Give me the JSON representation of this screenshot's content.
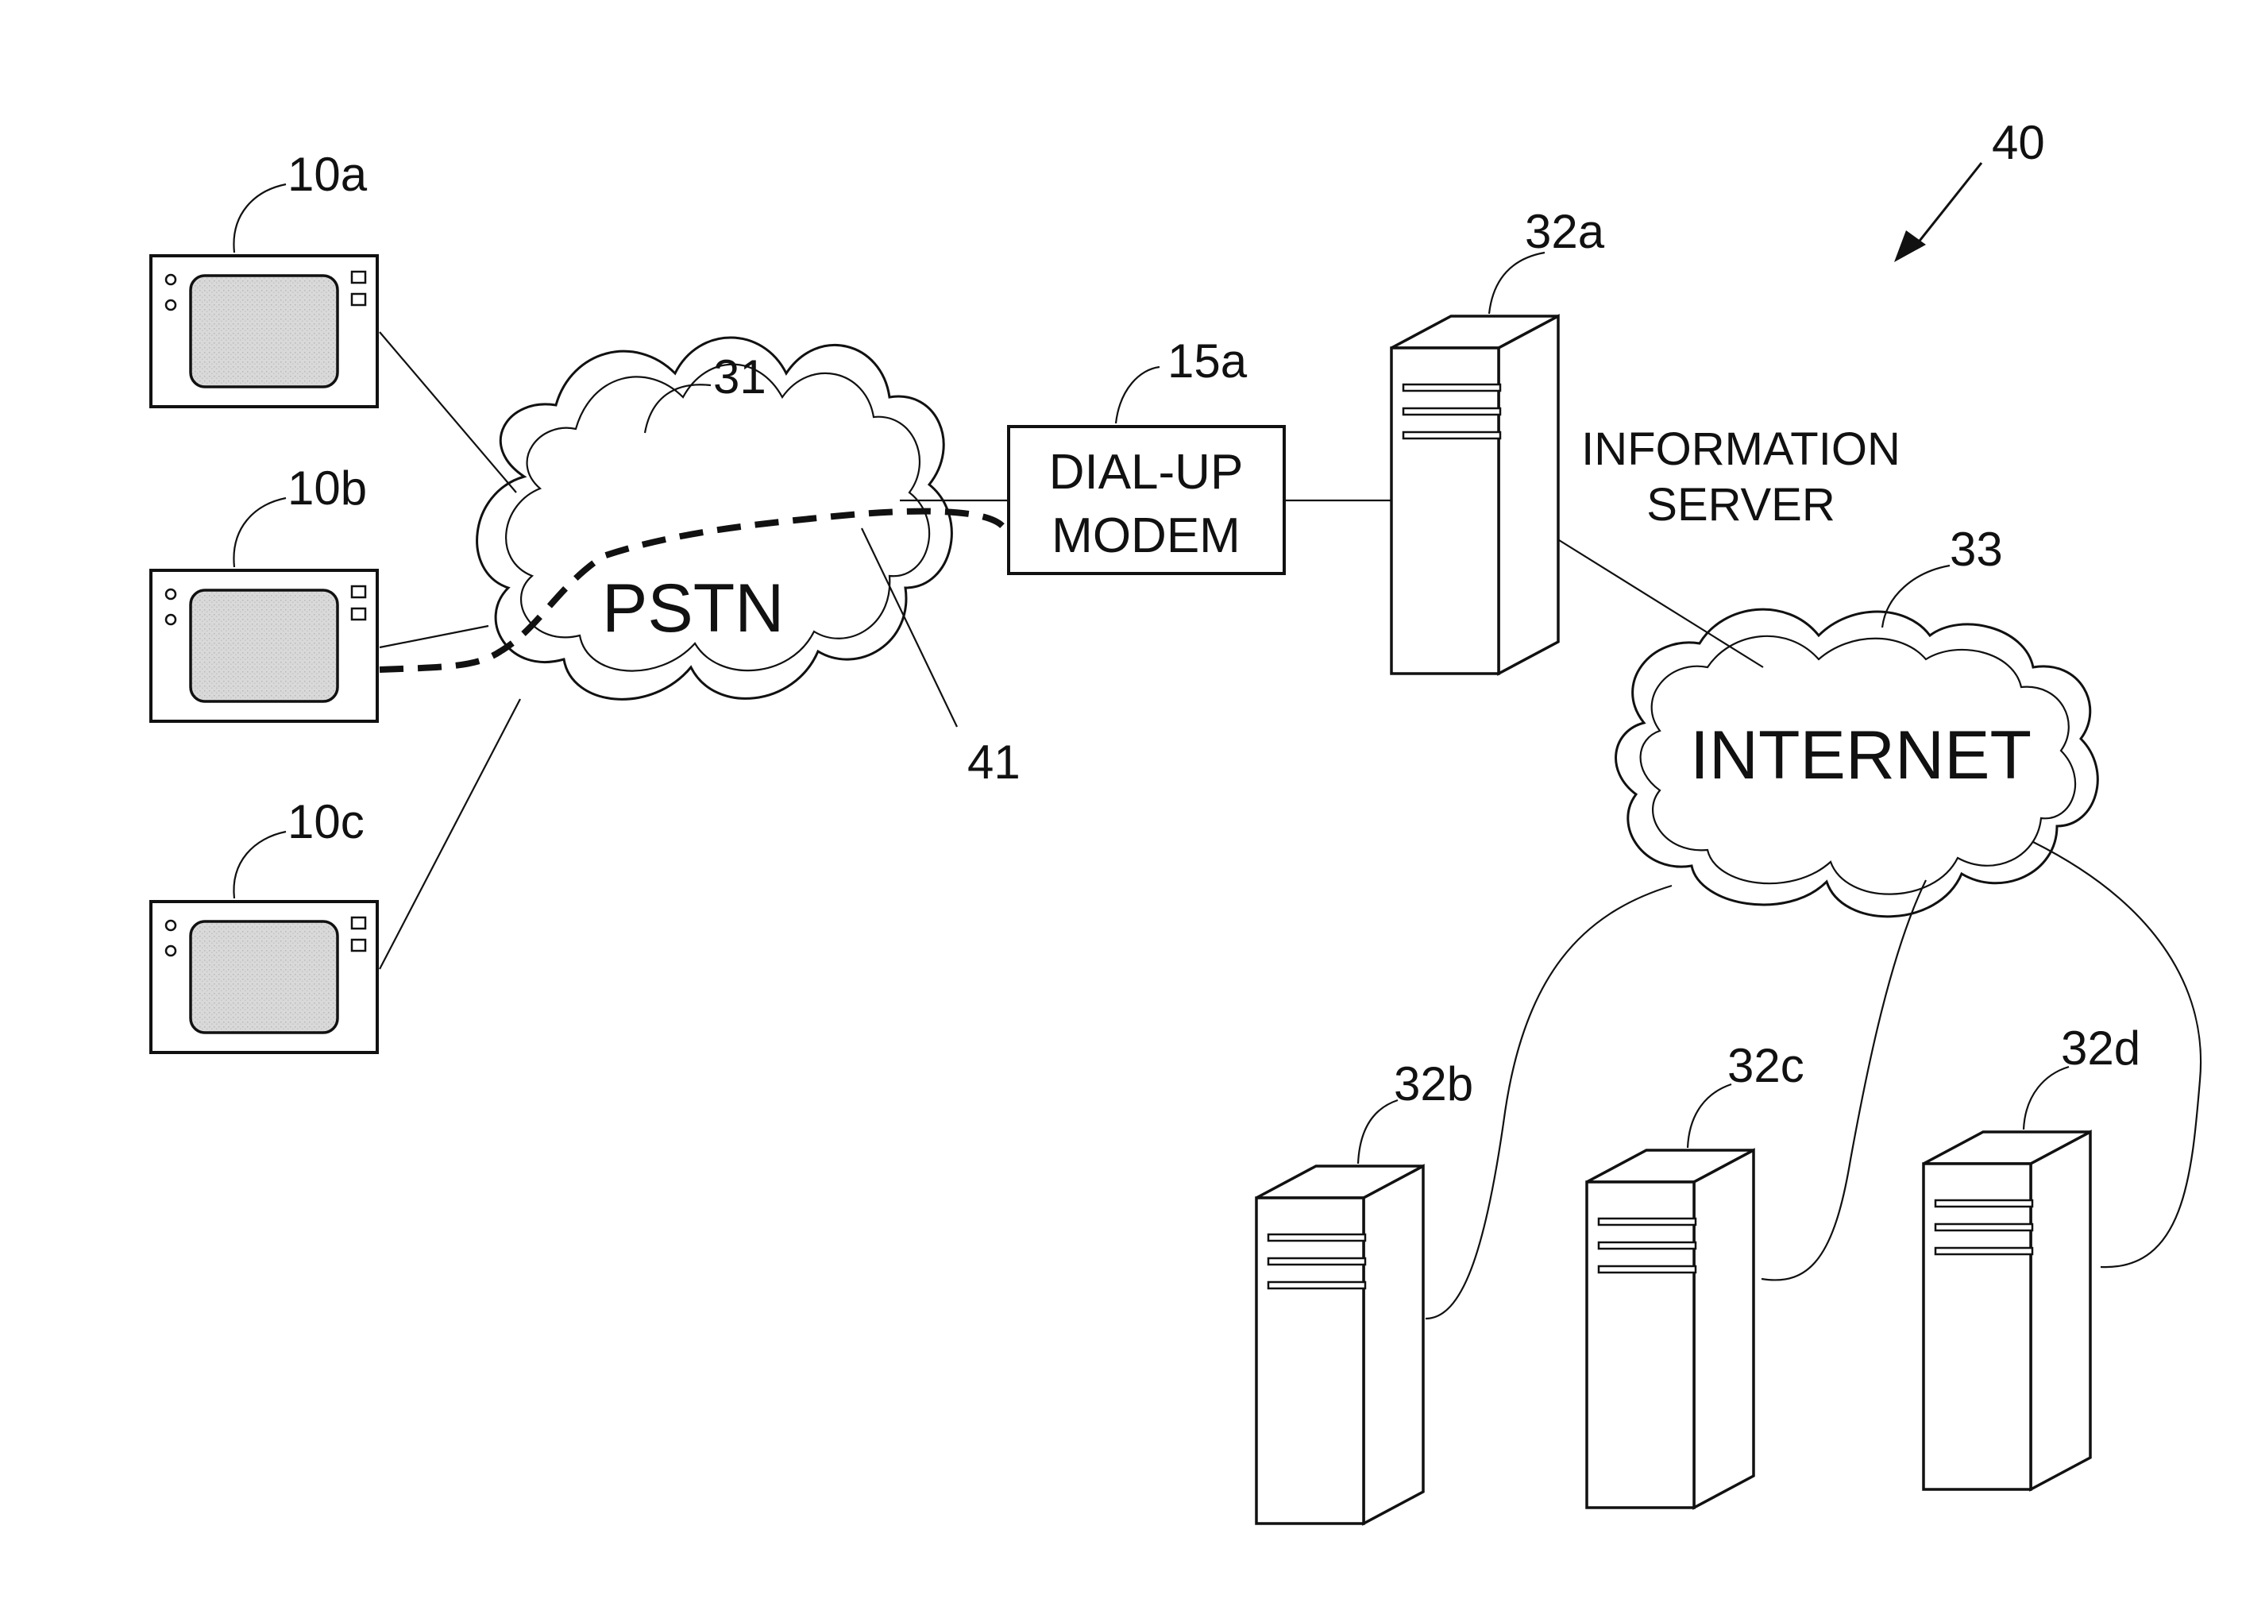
{
  "figure_ref": "40",
  "terminals": [
    {
      "ref": "10a"
    },
    {
      "ref": "10b"
    },
    {
      "ref": "10c"
    }
  ],
  "pstn": {
    "ref": "31",
    "label": "PSTN"
  },
  "connection_path": {
    "ref": "41"
  },
  "modem": {
    "ref": "15a",
    "line1": "DIAL-UP",
    "line2": "MODEM"
  },
  "info_server": {
    "ref": "32a",
    "line1": "INFORMATION",
    "line2": "SERVER"
  },
  "internet": {
    "ref": "33",
    "label": "INTERNET"
  },
  "servers": [
    {
      "ref": "32b"
    },
    {
      "ref": "32c"
    },
    {
      "ref": "32d"
    }
  ]
}
